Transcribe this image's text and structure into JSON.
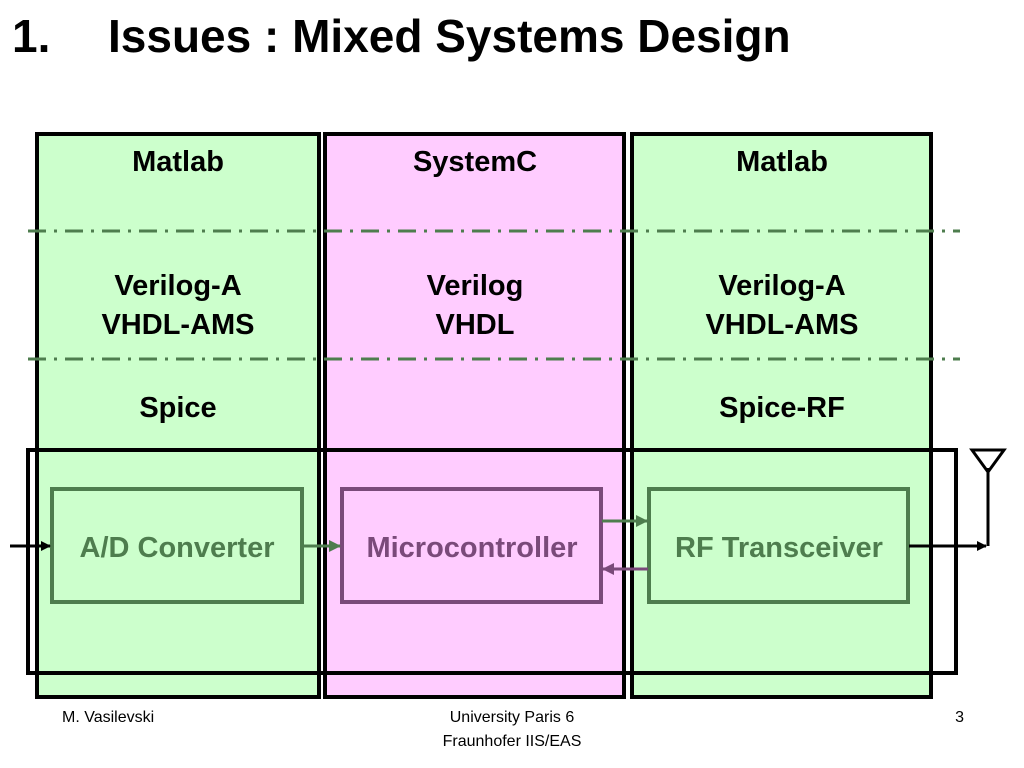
{
  "title": {
    "number": "1.",
    "text": "Issues : Mixed Systems Design"
  },
  "columns": [
    {
      "top": "Matlab",
      "middle": [
        "Verilog-A",
        "VHDL-AMS"
      ],
      "bottom": "Spice",
      "block": "A/D Converter",
      "fill": "#ccffcc",
      "block_color": "#4e7d4e"
    },
    {
      "top": "SystemC",
      "middle": [
        "Verilog",
        "VHDL"
      ],
      "bottom": "",
      "block": "Microcontroller",
      "fill": "#ffccff",
      "block_color": "#7a4a7a"
    },
    {
      "top": "Matlab",
      "middle": [
        "Verilog-A",
        "VHDL-AMS"
      ],
      "bottom": "Spice-RF",
      "block": "RF Transceiver",
      "fill": "#ccffcc",
      "block_color": "#4e7d4e"
    }
  ],
  "icons": {
    "antenna": "antenna-icon"
  },
  "footer": {
    "author": "M. Vasilevski",
    "affiliation_line1": "University Paris 6",
    "affiliation_line2": "Fraunhofer IIS/EAS",
    "page_number": "3"
  }
}
